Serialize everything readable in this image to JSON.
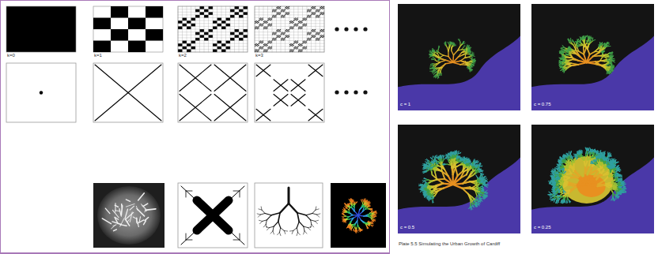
{
  "diagram": {
    "caption": "Plate 5.5 Simulating the Urban Growth of Cardiff",
    "labels": [
      "k=0",
      "k=1",
      "k=2",
      "k=3",
      "c = 1",
      "c = 0.75",
      "c = 0.5",
      "c = 0.25"
    ]
  }
}
